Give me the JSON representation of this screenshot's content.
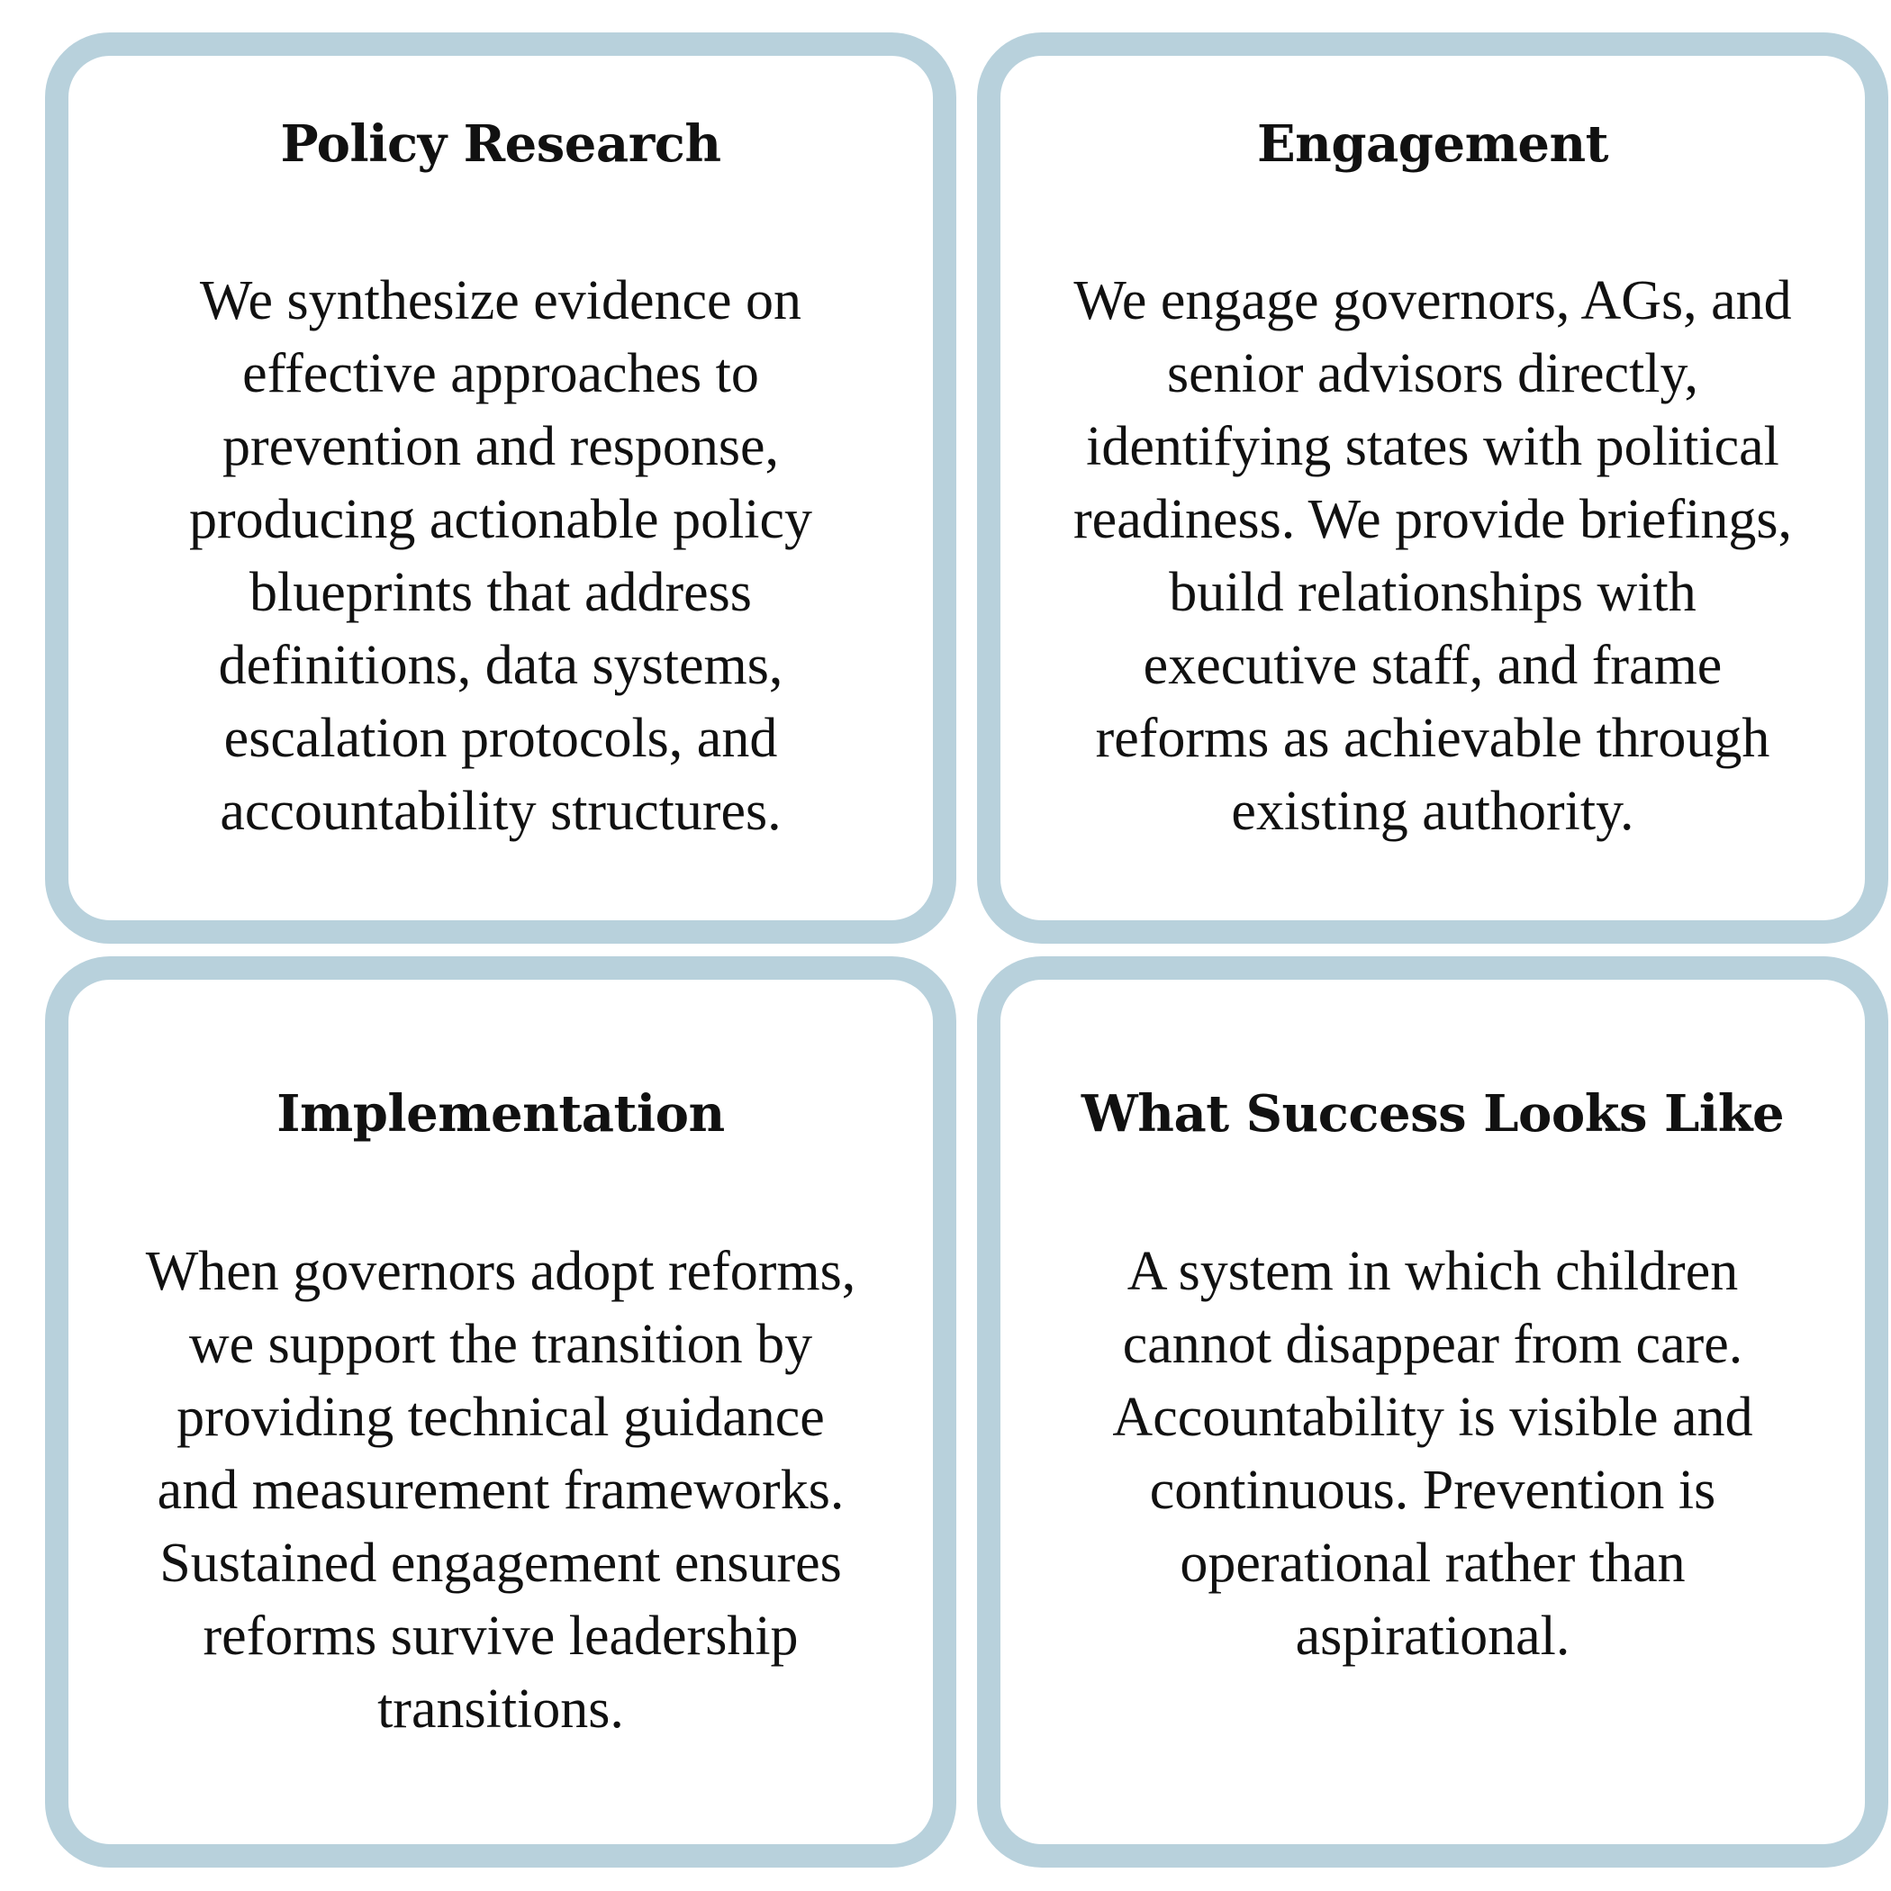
{
  "cards": [
    {
      "title": "Policy Research",
      "body": "We synthesize evidence on\neffective approaches to\nprevention and response,\nproducing actionable policy\nblueprints that address\ndefinitions, data systems,\nescalation protocols, and\naccountability structures."
    },
    {
      "title": "Engagement",
      "body": "We engage governors, AGs, and\nsenior advisors directly,\nidentifying states with political\nreadiness. We provide briefings,\nbuild relationships with\nexecutive staff, and frame\nreforms as achievable through\nexisting authority."
    },
    {
      "title": "Implementation",
      "body": "When governors adopt reforms,\nwe support the transition by\nproviding technical guidance\nand measurement frameworks.\nSustained engagement ensures\nreforms survive leadership\ntransitions."
    },
    {
      "title": "What Success Looks Like",
      "body": "A system in which children\ncannot disappear from care.\nAccountability is visible and\ncontinuous. Prevention is\noperational rather than\naspirational."
    }
  ],
  "colors": {
    "card_border": "#b8d1dc",
    "text": "#111111",
    "background": "#ffffff"
  }
}
